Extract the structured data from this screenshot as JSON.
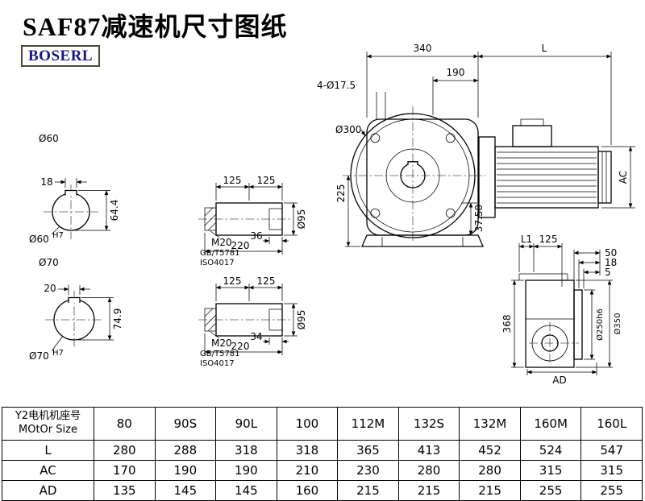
{
  "page": {
    "title": "SAF87减速机尺寸图纸",
    "brand": "BOSERL"
  },
  "colors": {
    "line": "#000000",
    "brand_text": "#15158c",
    "background": "#ffffff"
  },
  "views": {
    "section60": {
      "dia_label": "Ø60",
      "key_width": "18",
      "height": "64.4",
      "bore": "Ø60",
      "bore_tol": "H7"
    },
    "section70": {
      "dia_label": "Ø70",
      "key_width": "20",
      "height": "74.9",
      "bore": "Ø70",
      "bore_tol": "H7"
    },
    "shaft_top": {
      "seg1": "125",
      "seg2": "125",
      "thread": "M20",
      "std1": "GB/T5781",
      "std2": "ISO4017",
      "key_len": "36",
      "length": "220",
      "dia": "Ø95"
    },
    "shaft_bottom": {
      "seg1": "125",
      "seg2": "125",
      "thread": "M20",
      "std1": "GB/T5781",
      "std2": "ISO4017",
      "key_len": "34",
      "length": "220",
      "dia": "Ø95"
    },
    "front": {
      "width": "340",
      "motor_len": "L",
      "dim_190": "190",
      "holes": "4-Ø17.5",
      "flange_dia": "Ø300",
      "center_height": "225",
      "dim_3750": "37.50",
      "motor_height": "AC"
    },
    "side": {
      "dim_l1": "L1",
      "dim_125": "125",
      "dim_50": "50",
      "dim_18": "18",
      "dim_5": "5",
      "height": "368",
      "spigot_dia": "Ø250h6",
      "flange_dia": "Ø350",
      "motor_width": "AD"
    }
  },
  "table": {
    "header_cn": "Y2电机机座号",
    "header_en": "MOtOr Size",
    "columns": [
      "80",
      "90S",
      "90L",
      "100",
      "112M",
      "132S",
      "132M",
      "160M",
      "160L"
    ],
    "rows": [
      {
        "label": "L",
        "values": [
          "280",
          "288",
          "318",
          "318",
          "365",
          "413",
          "452",
          "524",
          "547"
        ]
      },
      {
        "label": "AC",
        "values": [
          "170",
          "190",
          "190",
          "210",
          "230",
          "280",
          "280",
          "315",
          "315"
        ]
      },
      {
        "label": "AD",
        "values": [
          "135",
          "145",
          "145",
          "160",
          "215",
          "215",
          "215",
          "255",
          "255"
        ]
      }
    ]
  }
}
